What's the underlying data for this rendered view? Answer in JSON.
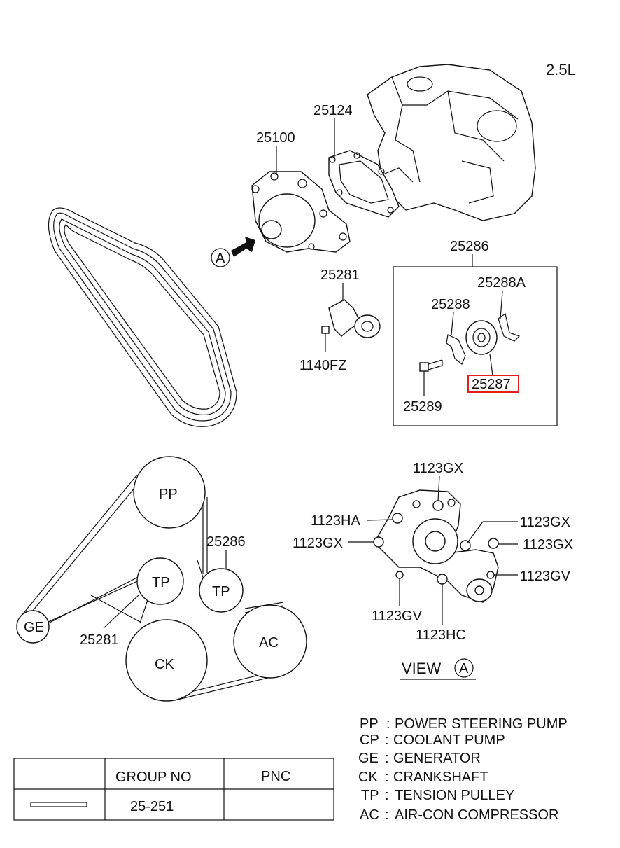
{
  "engine_label": "2.5L",
  "parts": {
    "p25124": "25124",
    "p25100": "25100",
    "p25286_top": "25286",
    "p25288A": "25288A",
    "p25288": "25288",
    "p25281_top": "25281",
    "p1140FZ": "1140FZ",
    "p25287": "25287",
    "p25289": "25289"
  },
  "arrow_marker": "A",
  "belt_layout": {
    "pp": "PP",
    "tp_left": "TP",
    "tp_right": "TP",
    "ge": "GE",
    "ck": "CK",
    "ac": "AC",
    "tp_right_pnc": "25286",
    "tp_left_pnc": "25281"
  },
  "view_a": {
    "title": "VIEW",
    "marker": "A",
    "gx_top": "1123GX",
    "ha": "1123HA",
    "gx_left": "1123GX",
    "gx_right1": "1123GX",
    "gx_right2": "1123GX",
    "gv_right": "1123GV",
    "gv_bottom": "1123GV",
    "hc": "1123HC"
  },
  "legend": [
    {
      "code": "PP",
      "desc": "POWER STEERING PUMP"
    },
    {
      "code": "CP",
      "desc": "COOLANT PUMP"
    },
    {
      "code": "GE",
      "desc": "GENERATOR"
    },
    {
      "code": "CK",
      "desc": "CRANKSHAFT"
    },
    {
      "code": "TP",
      "desc": "TENSION PULLEY"
    },
    {
      "code": "AC",
      "desc": "AIR-CON COMPRESSOR"
    }
  ],
  "table": {
    "header_group": "GROUP NO",
    "header_pnc": "PNC",
    "row_group": "25-251",
    "row_pnc": ""
  },
  "colors": {
    "highlight": "#e0201f",
    "ink": "#111111"
  }
}
